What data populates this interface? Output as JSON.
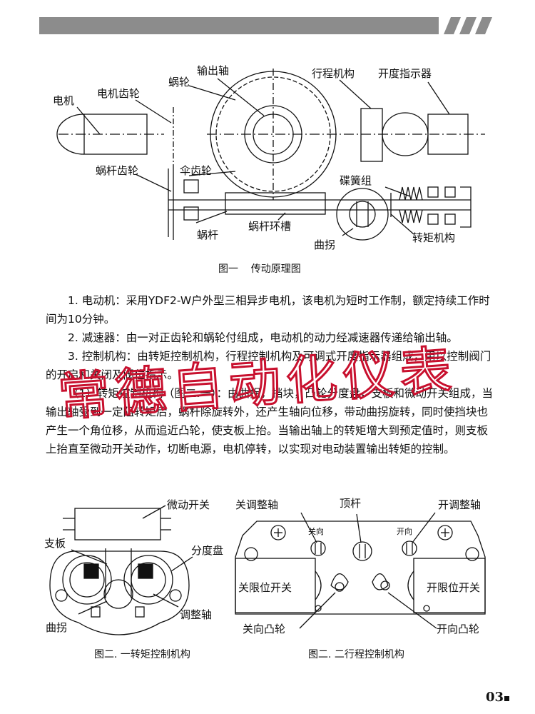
{
  "figure1": {
    "labels": {
      "motor": "电机",
      "motor_gear": "电机齿轮",
      "worm_wheel": "蜗轮",
      "output_shaft": "输出轴",
      "travel_mechanism": "行程机构",
      "opening_indicator": "开度指示器",
      "worm_gear": "蜗杆齿轮",
      "bevel_gear": "伞齿轮",
      "disc_spring_set": "碟簧组",
      "worm": "蜗杆",
      "worm_ring_groove": "蜗杆环槽",
      "crank": "曲拐",
      "torque_mechanism": "转矩机构"
    },
    "caption": "图一    传动原理图"
  },
  "paragraphs": {
    "p1": "1. 电动机：采用YDF2-W户外型三相异步电机，该电机为短时工作制，额定持续工作时间为10分钟。",
    "p2": "2. 减速器：由一对正齿轮和蜗轮付组成，电动机的动力经减速器传递给输出轴。",
    "p3": "3. 控制机构：由转矩控制机构，行程控制机构及可调式开度指示器组成，用以控制阀门的开启和关闭及阀位指示。",
    "p4": "（1）转矩控制机构（图二.一）：由曲拐，挡块，凸轮分度盘，支板和微动开关组成，当输出轴受到一定阻转矩后，蜗杆除旋转外，还产生轴向位移，带动曲拐旋转，同时使挡块也产生一个角位移，从而追近凸轮，使支板上抬。当输出轴上的转矩增大到预定值时，则支板上抬直至微动开关动作，切断电源，电机停转，以实现对电动装置输出转矩的控制。"
  },
  "figure2a": {
    "labels": {
      "micro_switch": "微动开关",
      "support_plate": "支板",
      "index_dial": "分度盘",
      "crank": "曲拐",
      "adjust_shaft": "调整轴"
    },
    "caption": "图二. 一转矩控制机构"
  },
  "figure2b": {
    "labels": {
      "close_adjust_shaft": "关调整轴",
      "push_rod": "顶杆",
      "open_adjust_shaft": "开调整轴",
      "close_dir": "关向",
      "open_dir": "开向",
      "close_limit_switch": "关限位开关",
      "open_limit_switch": "开限位开关",
      "close_cam": "关向凸轮",
      "open_cam": "开向凸轮"
    },
    "caption": "图二. 二行程控制机构"
  },
  "watermark": "常德自动化仪表",
  "page_number": "03",
  "colors": {
    "header_band": "#8c8c8c",
    "watermark": "#c8102e"
  }
}
